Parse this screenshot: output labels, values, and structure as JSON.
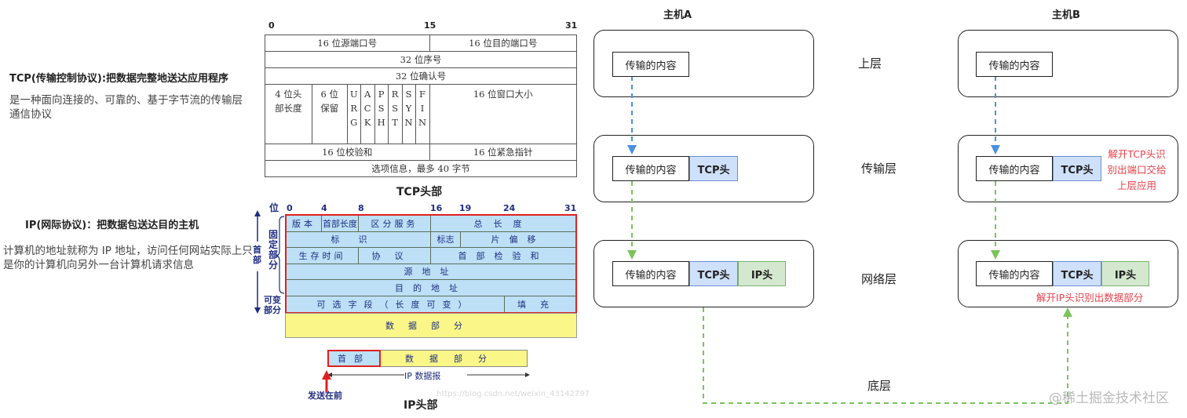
{
  "left": {
    "tcp_title": "TCP(传输控制协议):把数据完整地送达应用程序",
    "tcp_desc": "是一种面向连接的、可靠的、基于字节流的传输层通信协议",
    "ip_title": "IP(网际协议)：把数据包送达目的主机",
    "ip_desc": "计算机的地址就称为 IP 地址，访问任何网站实际上只是你的计算机向另外一台计算机请求信息"
  },
  "tcp_header": {
    "bit_marks": [
      "0",
      "15",
      "31"
    ],
    "src_port": "16 位源端口号",
    "dst_port": "16 位目的端口号",
    "seq": "32 位序号",
    "ack": "32 位确认号",
    "header_len": "4 位头\n部长度",
    "reserved": "6 位\n保留",
    "flags": [
      {
        "name": "URG",
        "chars": [
          "U",
          "R",
          "G"
        ]
      },
      {
        "name": "ACK",
        "chars": [
          "A",
          "C",
          "K"
        ]
      },
      {
        "name": "PSH",
        "chars": [
          "P",
          "S",
          "H"
        ]
      },
      {
        "name": "RST",
        "chars": [
          "R",
          "S",
          "T"
        ]
      },
      {
        "name": "SYN",
        "chars": [
          "S",
          "Y",
          "N"
        ]
      },
      {
        "name": "FIN",
        "chars": [
          "F",
          "I",
          "N"
        ]
      }
    ],
    "window": "16 位窗口大小",
    "checksum": "16 位校验和",
    "urgent": "16 位紧急指针",
    "options": "选项信息，最多 40 字节",
    "caption": "TCP头部"
  },
  "ip_header": {
    "bit_label": "位",
    "bit_marks": [
      "0",
      "4",
      "8",
      "16",
      "19",
      "24",
      "31"
    ],
    "rows": [
      [
        {
          "t": "版本"
        },
        {
          "t": "首部长度"
        },
        {
          "t": "区分服务"
        },
        {
          "t": "总长度"
        }
      ],
      [
        {
          "t": "标识"
        },
        {
          "t": "标志"
        },
        {
          "t": "片偏移"
        }
      ],
      [
        {
          "t": "生存时间"
        },
        {
          "t": "协议"
        },
        {
          "t": "首部检验和"
        }
      ],
      [
        {
          "t": "源地址"
        }
      ],
      [
        {
          "t": "目的地址"
        }
      ],
      [
        {
          "t": "可选字段（长度可变）"
        },
        {
          "t": "填充"
        }
      ]
    ],
    "data_part": "数据部分",
    "side_header": "首部",
    "side_fixed": "固定部分",
    "side_variable": "可变部分",
    "datagram_head": "首部",
    "datagram_data": "数据部分",
    "datagram_label": "IP 数据报",
    "send_first": "发送在前",
    "faint_url": "https://blog.csdn.net/weixin_43142797",
    "caption": "IP头部"
  },
  "diagram": {
    "host_a": "主机A",
    "host_b": "主机B",
    "content": "传输的内容",
    "tcp_head": "TCP头",
    "ip_head": "IP头",
    "layers": {
      "upper": "上层",
      "transport": "传输层",
      "network": "网络层",
      "bottom": "底层"
    },
    "note_tcp": "解开TCP头识别出端口交给上层应用",
    "note_tcp_lines": [
      "解开TCP头识",
      "别出端口交给",
      "上层应用"
    ],
    "note_ip": "解开IP头识别出数据部分",
    "colors": {
      "blue_arrow": "#4a90e2",
      "green_arrow": "#7cc45a",
      "note_red": "#e8414b",
      "tcp_fill": "#cfe0fa",
      "ip_fill": "#d4e8d0"
    }
  },
  "watermark": "@稀土掘金技术社区"
}
